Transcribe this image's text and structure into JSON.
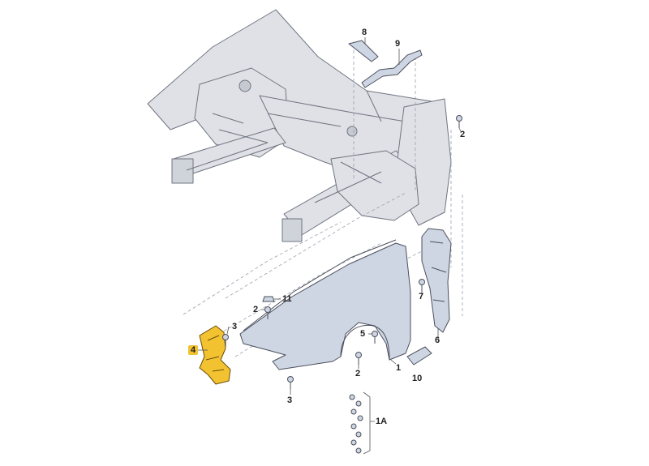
{
  "colors": {
    "background": "#ffffff",
    "body_fill": "#dfe1e6",
    "body_stroke": "#6f7480",
    "part_fill": "#cfd6e3",
    "part_stroke": "#4a4f5c",
    "highlight": "#f2c230",
    "leader": "#555555",
    "dashed": "#9aa0ab"
  },
  "callouts": {
    "c8": "8",
    "c9": "9",
    "c2_top": "2",
    "c11": "11",
    "c2_left": "2",
    "c7": "7",
    "c3_mid": "3",
    "c4": "4",
    "c5": "5",
    "c6": "6",
    "c2_bottom": "2",
    "c1": "1",
    "c10": "10",
    "c3_bottom": "3",
    "c1a": "1A"
  }
}
